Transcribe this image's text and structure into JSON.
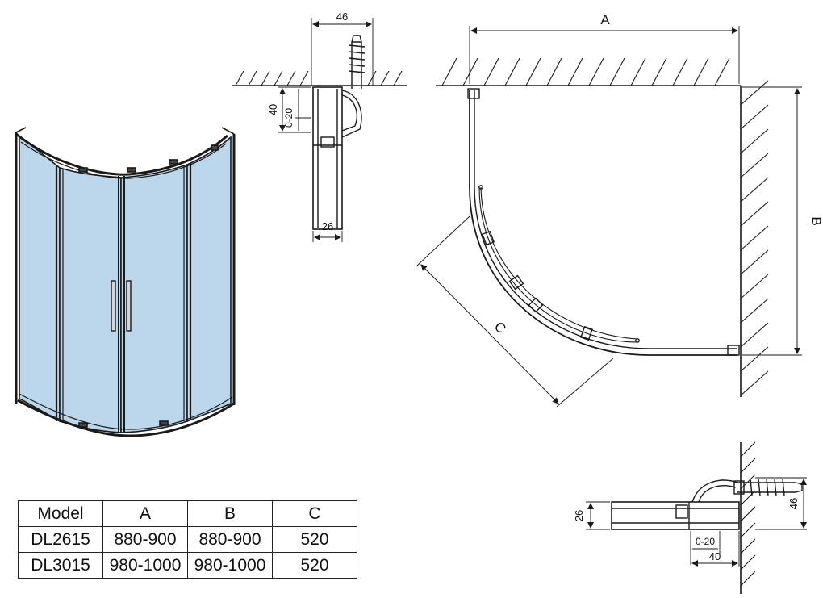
{
  "labels": {
    "dim_a": "A",
    "dim_b": "B",
    "dim_c": "C",
    "top_width": "46",
    "top_height": "40",
    "top_adjust": "0-20",
    "top_profile": "26",
    "bottom_height": "46",
    "bottom_profile": "26",
    "bottom_adjust": "0-20",
    "bottom_width": "40"
  },
  "colors": {
    "glass": "#bcd6ec",
    "glass_light": "#d6e6f3",
    "line": "#1a1a1a"
  },
  "table": {
    "headers": [
      "Model",
      "A",
      "B",
      "C"
    ],
    "rows": [
      [
        "DL2615",
        "880-900",
        "880-900",
        "520"
      ],
      [
        "DL3015",
        "980-1000",
        "980-1000",
        "520"
      ]
    ]
  }
}
